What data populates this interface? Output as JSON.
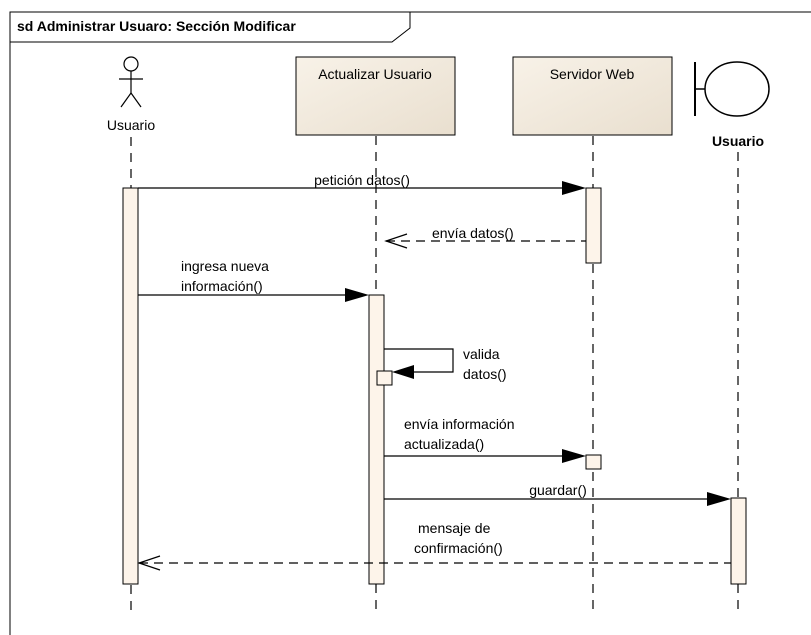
{
  "frame": {
    "title": "sd Administrar Usuaro: Sección Modificar"
  },
  "participants": {
    "actor_usuario": {
      "label": "Usuario"
    },
    "actualizar_usuario": {
      "label": "Actualizar Usuario"
    },
    "servidor_web": {
      "label": "Servidor Web"
    },
    "boundary_usuario": {
      "label": "Usuario"
    }
  },
  "messages": {
    "m1": {
      "label": "petición datos()"
    },
    "m2": {
      "label": "envía datos()"
    },
    "m3": {
      "line1": "ingresa nueva",
      "line2": "información()"
    },
    "m4": {
      "line1": "valida",
      "line2": "datos()"
    },
    "m5": {
      "line1": "envía información",
      "line2": "actualizada()"
    },
    "m6": {
      "label": "guardar()"
    },
    "m7": {
      "line1": "mensaje de",
      "line2": "confirmación()"
    }
  },
  "colors": {
    "box_fill": "#f3ebe0",
    "activation_fill": "#fdf4ea",
    "line": "#000000"
  }
}
